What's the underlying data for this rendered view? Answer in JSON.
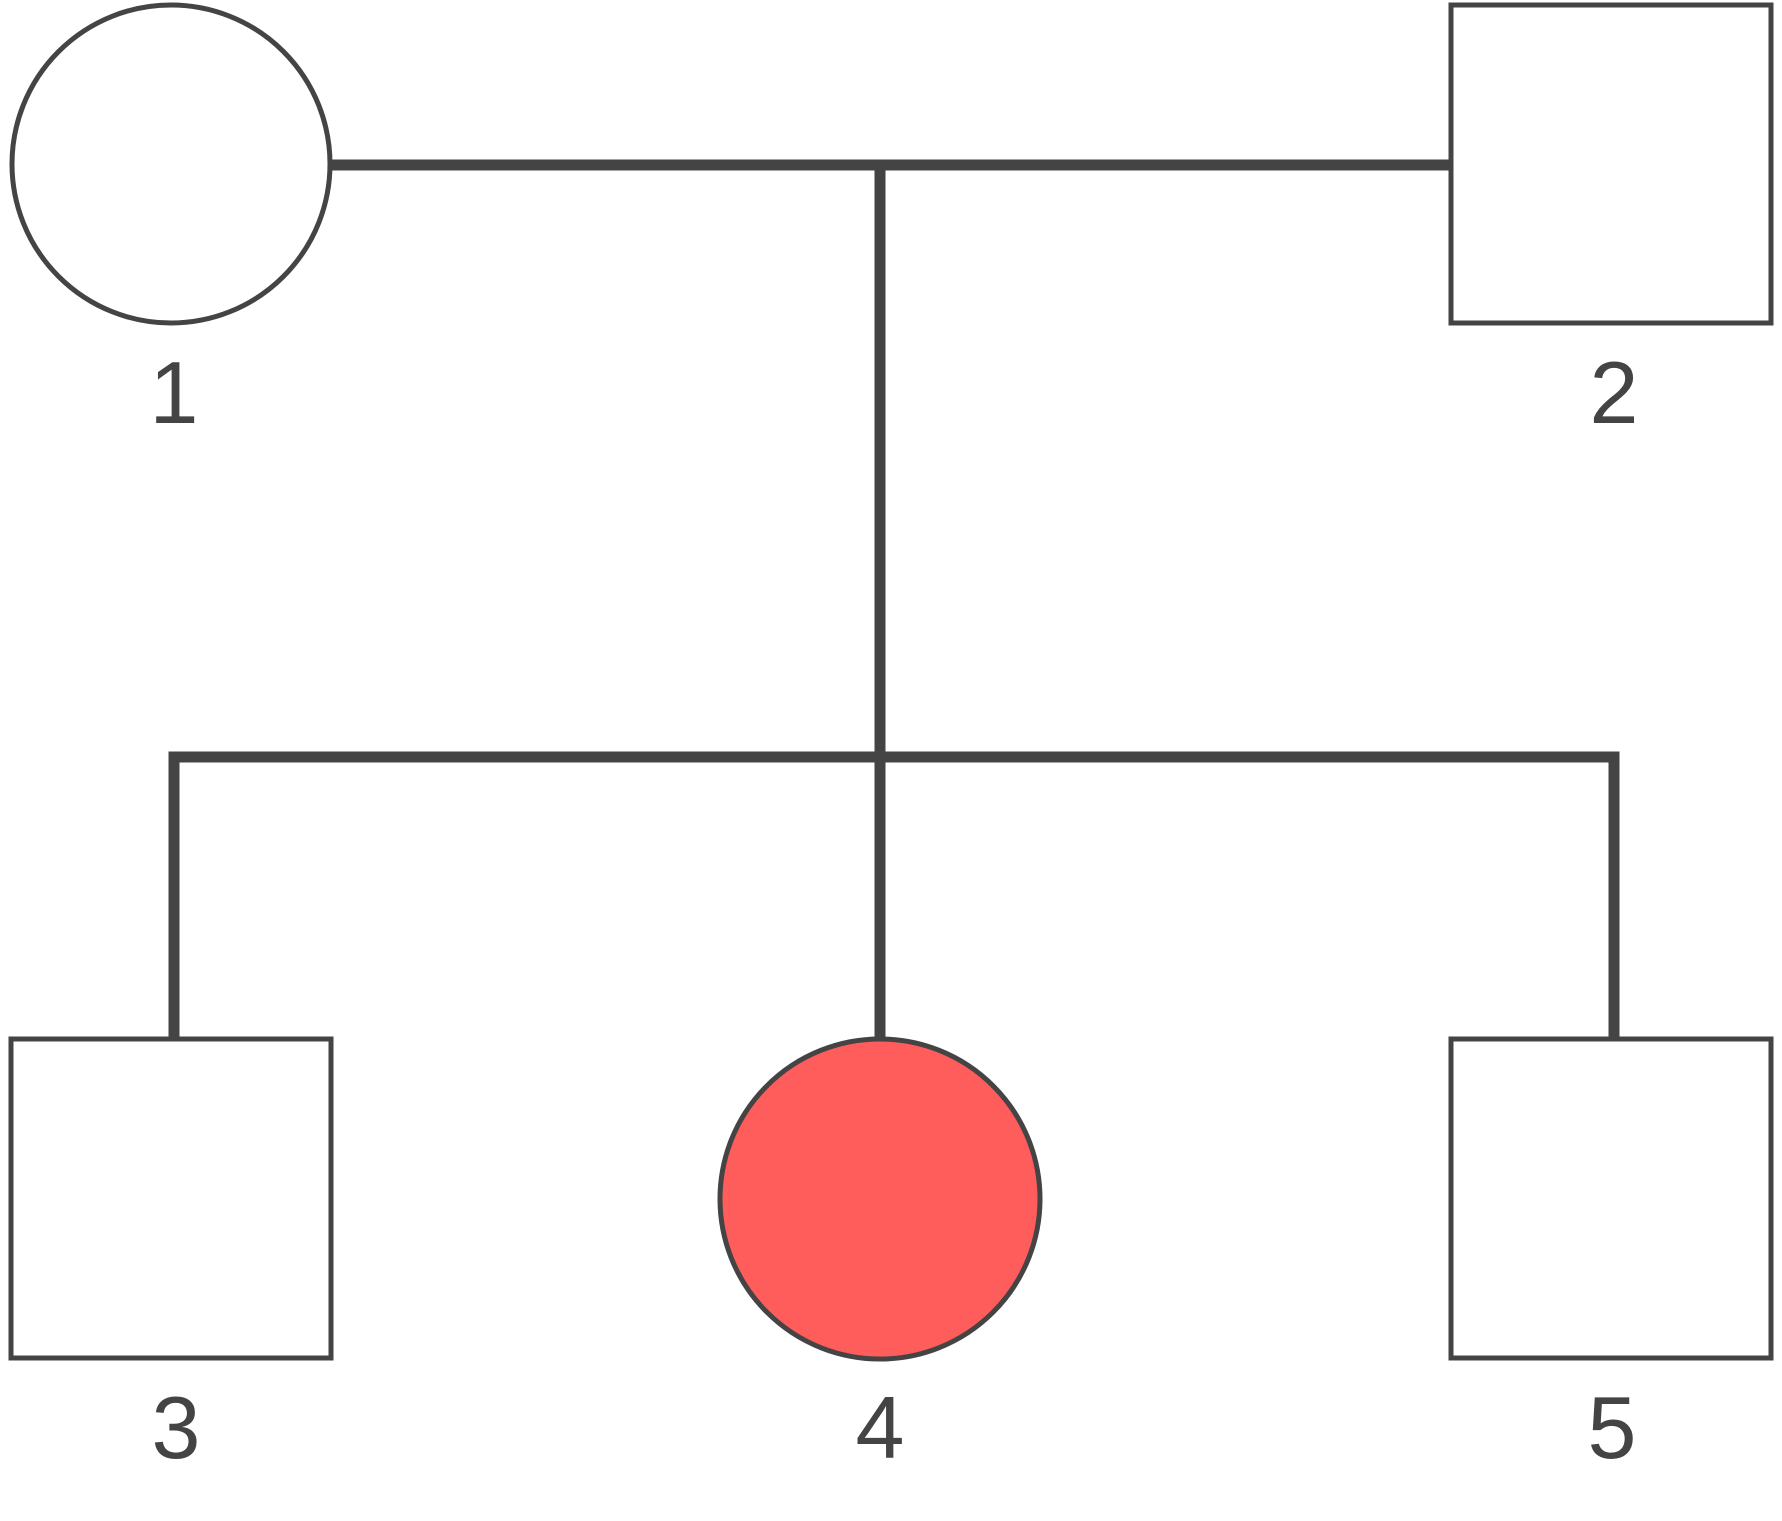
{
  "individuals": [
    {
      "id": "1",
      "label": "1",
      "sex": "female",
      "affected": false,
      "generation": 1
    },
    {
      "id": "2",
      "label": "2",
      "sex": "male",
      "affected": false,
      "generation": 1
    },
    {
      "id": "3",
      "label": "3",
      "sex": "male",
      "affected": false,
      "generation": 2
    },
    {
      "id": "4",
      "label": "4",
      "sex": "female",
      "affected": true,
      "generation": 2
    },
    {
      "id": "5",
      "label": "5",
      "sex": "male",
      "affected": false,
      "generation": 2
    }
  ],
  "relationships": [
    {
      "type": "mating",
      "partners": [
        "1",
        "2"
      ],
      "children": [
        "3",
        "4",
        "5"
      ]
    }
  ],
  "colors": {
    "line": "#444444",
    "affected_fill": "#ff5c5c",
    "unaffected_fill": "#ffffff",
    "label": "#444444"
  }
}
